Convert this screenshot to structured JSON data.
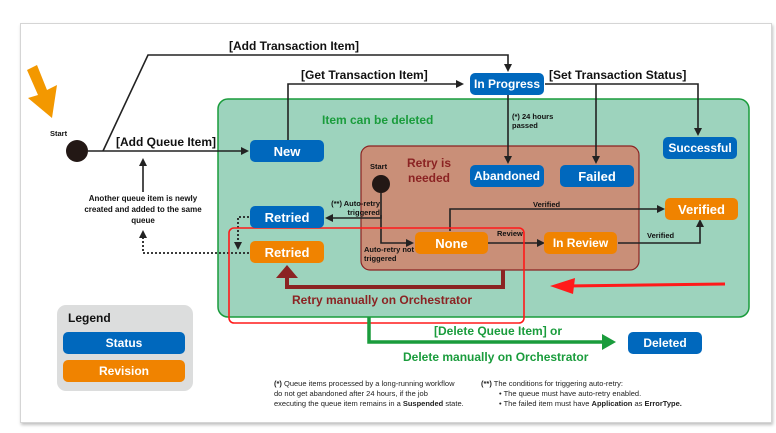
{
  "diagram": {
    "start_label": "Start",
    "inner_start_label": "Start",
    "edges": {
      "add_transaction_item": "[Add Transaction Item]",
      "get_transaction_item": "[Get Transaction Item]",
      "set_transaction_status": "[Set Transaction Status]",
      "add_queue_item": "[Add Queue Item]",
      "hours_passed": "(*) 24 hours passed",
      "auto_retry_triggered": "(**) Auto-retry triggered",
      "auto_retry_not_triggered": "Auto-retry not triggered",
      "verified_top": "Verified",
      "review": "Review",
      "verified_right": "Verified",
      "retry_manually": "Retry manually on Orchestrator",
      "delete_line1": "[Delete Queue Item] or",
      "delete_line2": "Delete manually on Orchestrator",
      "new_item_note": "Another queue item is newly created and added to the same queue"
    },
    "regions": {
      "deletable": "Item can be deleted",
      "retry_needed": "Retry is needed"
    },
    "states": {
      "new": {
        "label": "New",
        "kind": "status"
      },
      "in_progress": {
        "label": "In Progress",
        "kind": "status"
      },
      "successful": {
        "label": "Successful",
        "kind": "status"
      },
      "abandoned": {
        "label": "Abandoned",
        "kind": "status"
      },
      "failed": {
        "label": "Failed",
        "kind": "status"
      },
      "retried_status": {
        "label": "Retried",
        "kind": "status"
      },
      "retried_revision": {
        "label": "Retried",
        "kind": "revision"
      },
      "none": {
        "label": "None",
        "kind": "revision"
      },
      "in_review": {
        "label": "In Review",
        "kind": "revision"
      },
      "verified": {
        "label": "Verified",
        "kind": "revision"
      },
      "deleted": {
        "label": "Deleted",
        "kind": "status"
      }
    },
    "legend": {
      "title": "Legend",
      "items": [
        {
          "label": "Status",
          "color": "#0068bd"
        },
        {
          "label": "Revision",
          "color": "#f08300"
        }
      ]
    },
    "footnotes": {
      "star_prefix": "(*)",
      "star_text_1": " Queue items processed by a long-running workflow",
      "star_text_2": "do not get abandoned after 24 hours, if the job",
      "star_text_3a": "executing the queue item remains in a ",
      "star_text_3b": "Suspended",
      "star_text_3c": " state.",
      "dstar_prefix": "(**)",
      "dstar_text": " The conditions for triggering auto-retry:",
      "bullet_1": "• The queue must have auto-retry enabled.",
      "bullet_2a": "• The failed item must have ",
      "bullet_2b": "Application",
      "bullet_2c": " as ",
      "bullet_2d": "ErrorType."
    },
    "colors": {
      "status": "#0068bd",
      "revision": "#f08300",
      "deletable_region": "#9dd3bd",
      "retry_region": "#c98f78",
      "highlight": "#ff1a1a",
      "callout_arrow": "#f39800",
      "delete_arrow": "#1a9c3c",
      "retry_arrow": "#8b2323"
    }
  }
}
